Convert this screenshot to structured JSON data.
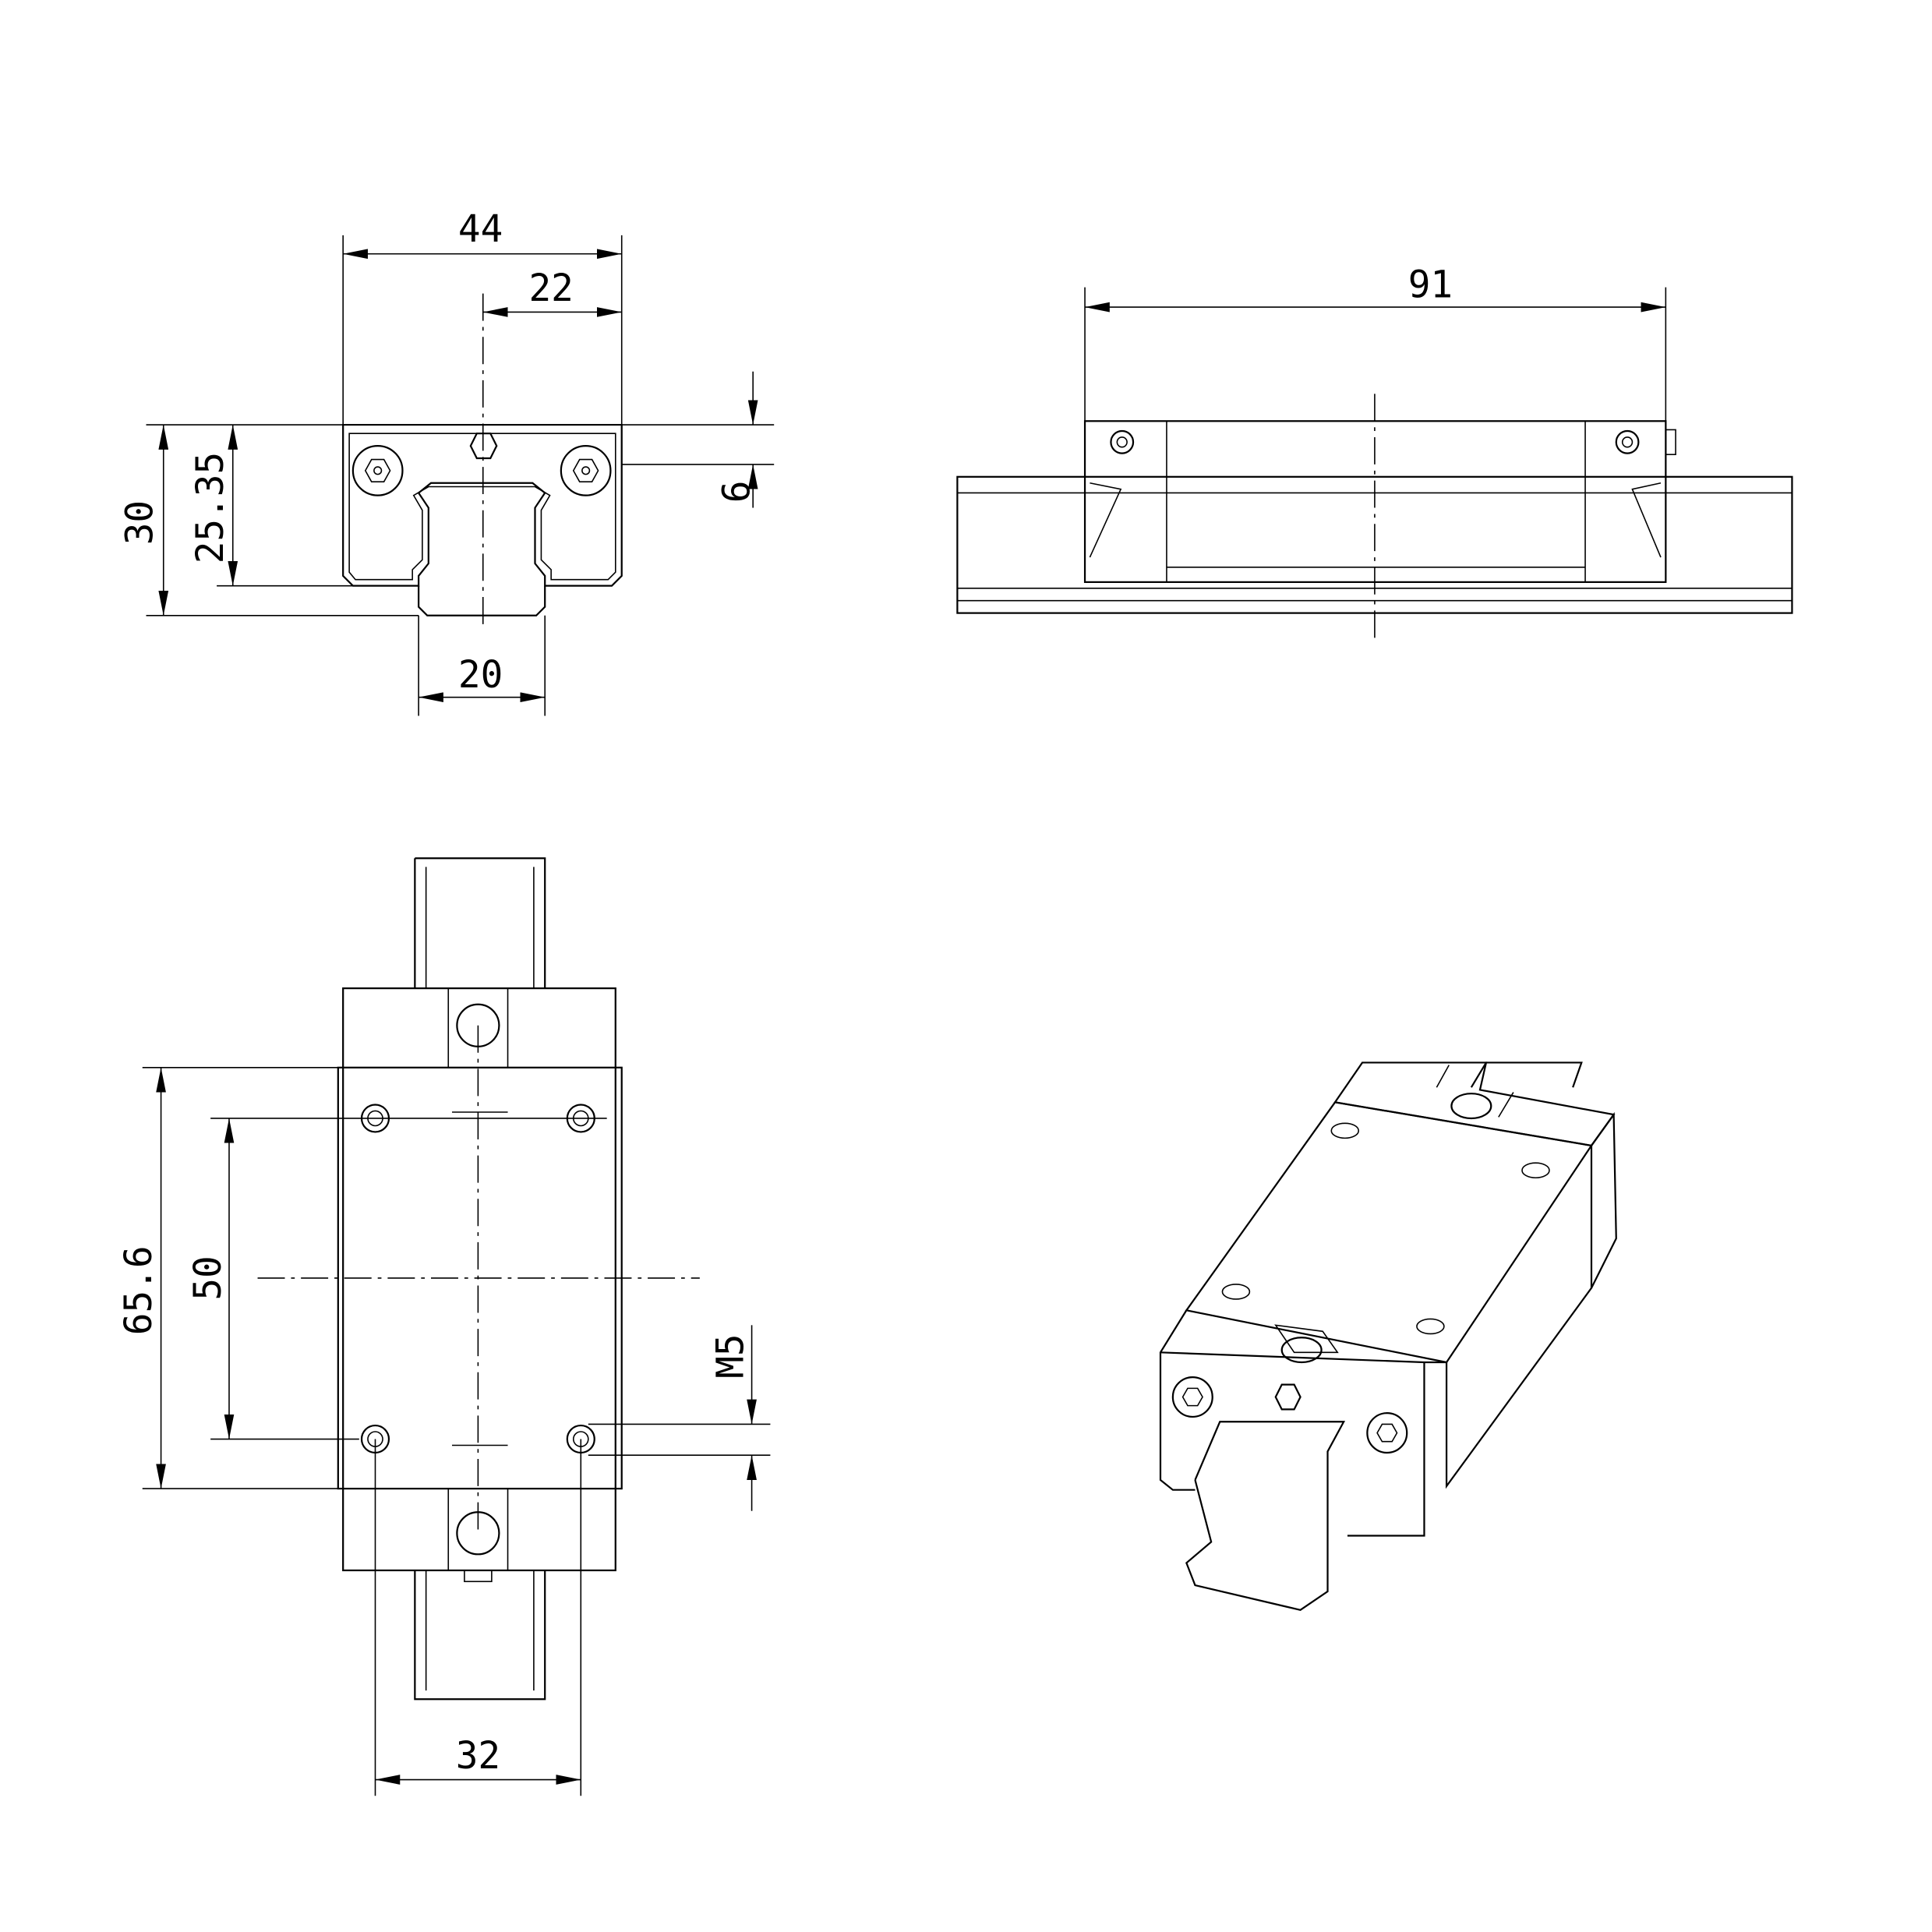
{
  "dimensions": {
    "front_width": "44",
    "front_half_width": "22",
    "front_top_offset": "6",
    "front_height": "30",
    "front_inner_height": "25.35",
    "rail_width": "20",
    "side_length": "91",
    "top_length": "65.6",
    "hole_spacing_length": "50",
    "thread": "M5",
    "hole_spacing_width": "32"
  },
  "colors": {
    "line": "#000000",
    "background": "#ffffff"
  }
}
